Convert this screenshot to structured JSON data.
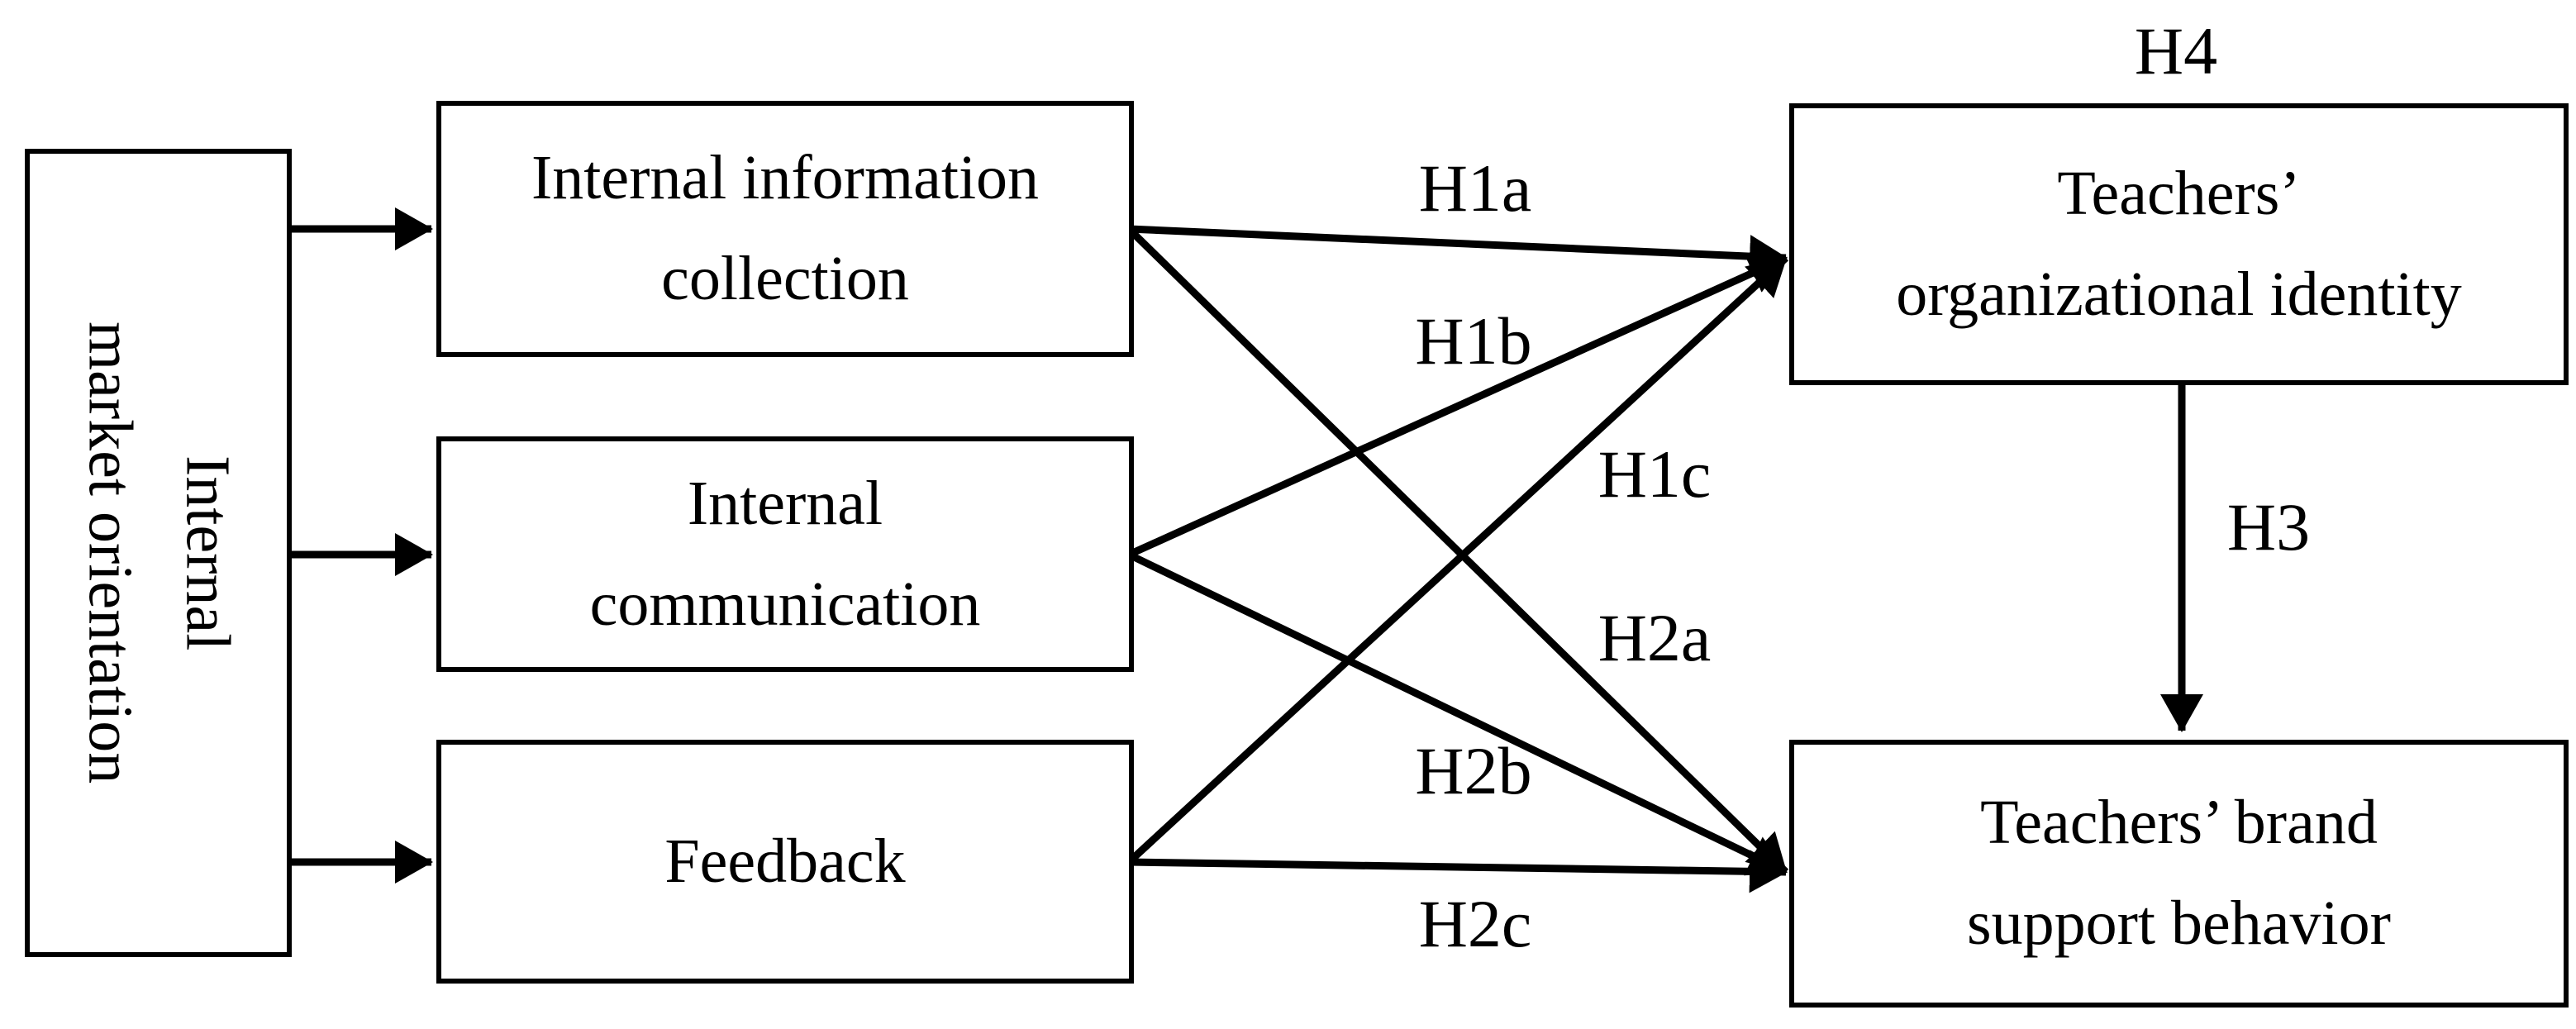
{
  "figure": {
    "type": "hypothesis-path-model",
    "colors": {
      "ink": "#000000",
      "background": "#ffffff"
    },
    "nodes": {
      "internal_market_orientation": {
        "label": "Internal market orientation",
        "lines": [
          "Internal",
          "market orientation"
        ]
      },
      "internal_information_collection": {
        "label": "Internal information collection",
        "lines": [
          "Internal information",
          "collection"
        ]
      },
      "internal_communication": {
        "label": "Internal communication",
        "lines": [
          "Internal",
          "communication"
        ]
      },
      "feedback": {
        "label": "Feedback",
        "lines": [
          "Feedback"
        ]
      },
      "teachers_organizational_identity": {
        "label": "Teachers’ organizational identity",
        "lines": [
          "Teachers’",
          "organizational identity"
        ]
      },
      "teachers_brand_support_behavior": {
        "label": "Teachers’ brand support behavior",
        "lines": [
          "Teachers’ brand",
          "support behavior"
        ]
      }
    },
    "hypothesis_labels": {
      "h1a": "H1a",
      "h1b": "H1b",
      "h1c": "H1c",
      "h2a": "H2a",
      "h2b": "H2b",
      "h2c": "H2c",
      "h3": "H3",
      "h4": "H4"
    }
  }
}
